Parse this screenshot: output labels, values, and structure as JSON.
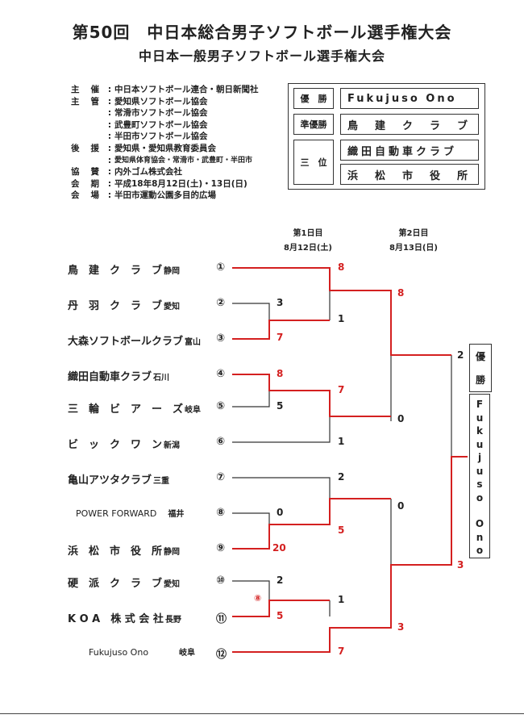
{
  "title": "第50回　中日本総合男子ソフトボール選手権大会",
  "subtitle": "中日本一般男子ソフトボール選手権大会",
  "info": [
    {
      "key": "主催",
      "value": "中日本ソフトボール連合・朝日新聞社"
    },
    {
      "key": "主管",
      "value": "愛知県ソフトボール協会"
    },
    {
      "key": "",
      "value": "常滑市ソフトボール協会"
    },
    {
      "key": "",
      "value": "武豊町ソフトボール協会"
    },
    {
      "key": "",
      "value": "半田市ソフトボール協会"
    },
    {
      "key": "後援",
      "value": "愛知県・愛知県教育委員会"
    },
    {
      "key": "",
      "value": "愛知県体育協会・常滑市・武豊町・半田市"
    },
    {
      "key": "協賛",
      "value": "内外ゴム株式会社"
    },
    {
      "key": "会期",
      "value": "平成18年8月12日(土)・13日(日)"
    },
    {
      "key": "会場",
      "value": "半田市運動公園多目的広場"
    }
  ],
  "results": {
    "champion_label": "優　勝",
    "champion": "Fukujuso Ono",
    "runner_up_label": "準優勝",
    "runner_up": "鳥　建　ク　ラ　ブ",
    "third_label": "三　位",
    "third": [
      "織田自動車クラブ",
      "浜　松　市　役　所"
    ]
  },
  "days": [
    {
      "label": "第1日目",
      "date": "8月12日(土)"
    },
    {
      "label": "第2日目",
      "date": "8月13日(日)"
    }
  ],
  "teams": [
    {
      "name": "鳥　建　ク　ラ　ブ",
      "pref": "静岡",
      "seed": "①"
    },
    {
      "name": "丹　羽　ク　ラ　ブ",
      "pref": "愛知",
      "seed": "②"
    },
    {
      "name": "大森ソフトボールクラブ",
      "pref": "富山",
      "seed": "③"
    },
    {
      "name": "織田自動車クラブ",
      "pref": "石川",
      "seed": "④"
    },
    {
      "name": "三　輪　ビ　ア　ー　ズ",
      "pref": "岐阜",
      "seed": "⑤"
    },
    {
      "name": "ビ　ッ　ク　ワ　ン",
      "pref": "新潟",
      "seed": "⑥"
    },
    {
      "name": "亀山アツタクラブ",
      "pref": "三重",
      "seed": "⑦"
    },
    {
      "name": "POWER FORWARD",
      "pref": "福井",
      "seed": "⑧"
    },
    {
      "name": "浜　松　市　役　所",
      "pref": "静岡",
      "seed": "⑨"
    },
    {
      "name": "硬　派　ク　ラ　ブ",
      "pref": "愛知",
      "seed": "⑩"
    },
    {
      "name": "K O A　株 式 会 社",
      "pref": "長野",
      "seed": "⑪"
    },
    {
      "name": "Fukujuso Ono",
      "pref": "岐阜",
      "seed": "⑫"
    }
  ],
  "scores": {
    "r1_2v3": [
      "3",
      "7"
    ],
    "r1_4v5": [
      "8",
      "5"
    ],
    "r1_8v9": [
      "0",
      "20"
    ],
    "r1_10v11": [
      "2",
      "5"
    ],
    "r1_10v11_note": "⑧",
    "r2_1v": [
      "8",
      "1"
    ],
    "r2_4v6": [
      "7",
      "1"
    ],
    "r2_7v9": [
      "2",
      "5"
    ],
    "r2_11v12": [
      "1",
      "7"
    ],
    "qf_top": [
      "8",
      "0"
    ],
    "qf_bot": [
      "0",
      "3"
    ],
    "final": [
      "2",
      "3"
    ]
  },
  "champion_vertical": {
    "label": [
      "優",
      "勝"
    ],
    "name": [
      "F",
      "u",
      "k",
      "u",
      "j",
      "u",
      "s",
      "o",
      "",
      "O",
      "n",
      "o"
    ]
  },
  "colors": {
    "win": "#d42020",
    "line": "#333333"
  }
}
